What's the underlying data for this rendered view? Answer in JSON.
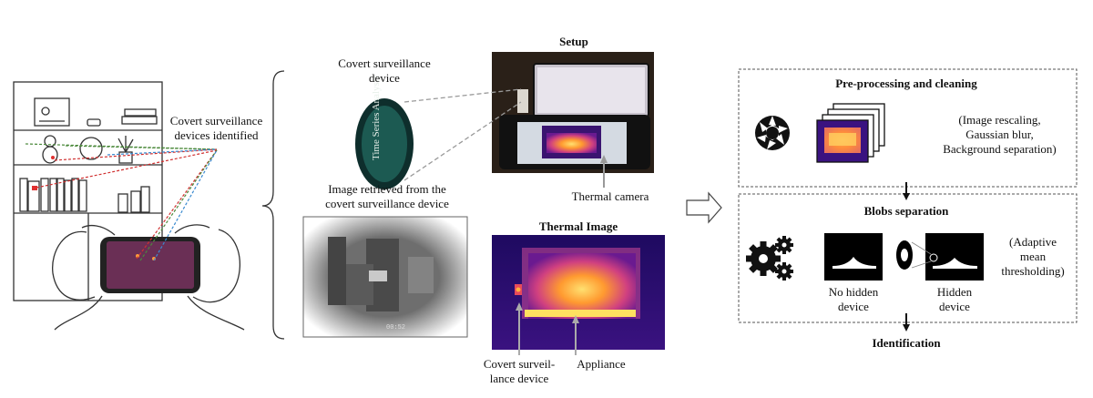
{
  "labels": {
    "devices_identified": "Covert surveillance\ndevices identified",
    "covert_device": "Covert surveillance\ndevice",
    "setup_title": "Setup",
    "image_retrieved": "Image retrieved from the\ncovert surveillance device",
    "thermal_camera": "Thermal camera",
    "thermal_image_title": "Thermal Image",
    "covert_device_bottom": "Covert surveil-\nlance device",
    "appliance": "Appliance"
  },
  "bottle_text": "Time Series Analysis",
  "camera_timestamp": "00:52",
  "pipeline": {
    "stage1": {
      "title": "Pre-processing and cleaning",
      "note": "(Image rescaling,\nGaussian blur,\nBackground separation)"
    },
    "stage2": {
      "title": "Blobs separation",
      "note": "(Adaptive\nmean\nthresholding)",
      "no_hidden": "No hidden\ndevice",
      "hidden": "Hidden\ndevice"
    },
    "stage3": {
      "title": "Identification"
    }
  },
  "icons": {
    "aperture": "aperture-icon",
    "gears": "gears-icon",
    "arrow": "right-arrow-icon"
  },
  "colors": {
    "thermal_hot": "#ffd040",
    "thermal_mid": "#e0508a",
    "thermal_cold": "#2a0a70",
    "dash_gray": "#999999"
  }
}
